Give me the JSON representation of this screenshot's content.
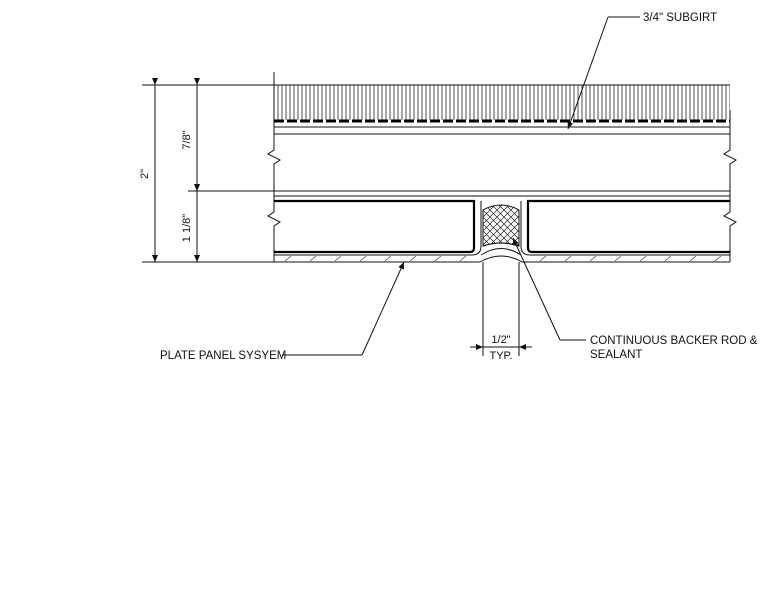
{
  "labels": {
    "subgirt": "3/4\" SUBGIRT",
    "plate_panel": "PLATE PANEL SYSYEM",
    "backer_rod_line1": "CONTINUOUS BACKER ROD &",
    "backer_rod_line2": "SEALANT"
  },
  "dimensions": {
    "overall": "2\"",
    "upper": "7/8\"",
    "lower": "1 1/8\"",
    "joint_width": "1/2\"",
    "joint_typ": "TYP."
  }
}
